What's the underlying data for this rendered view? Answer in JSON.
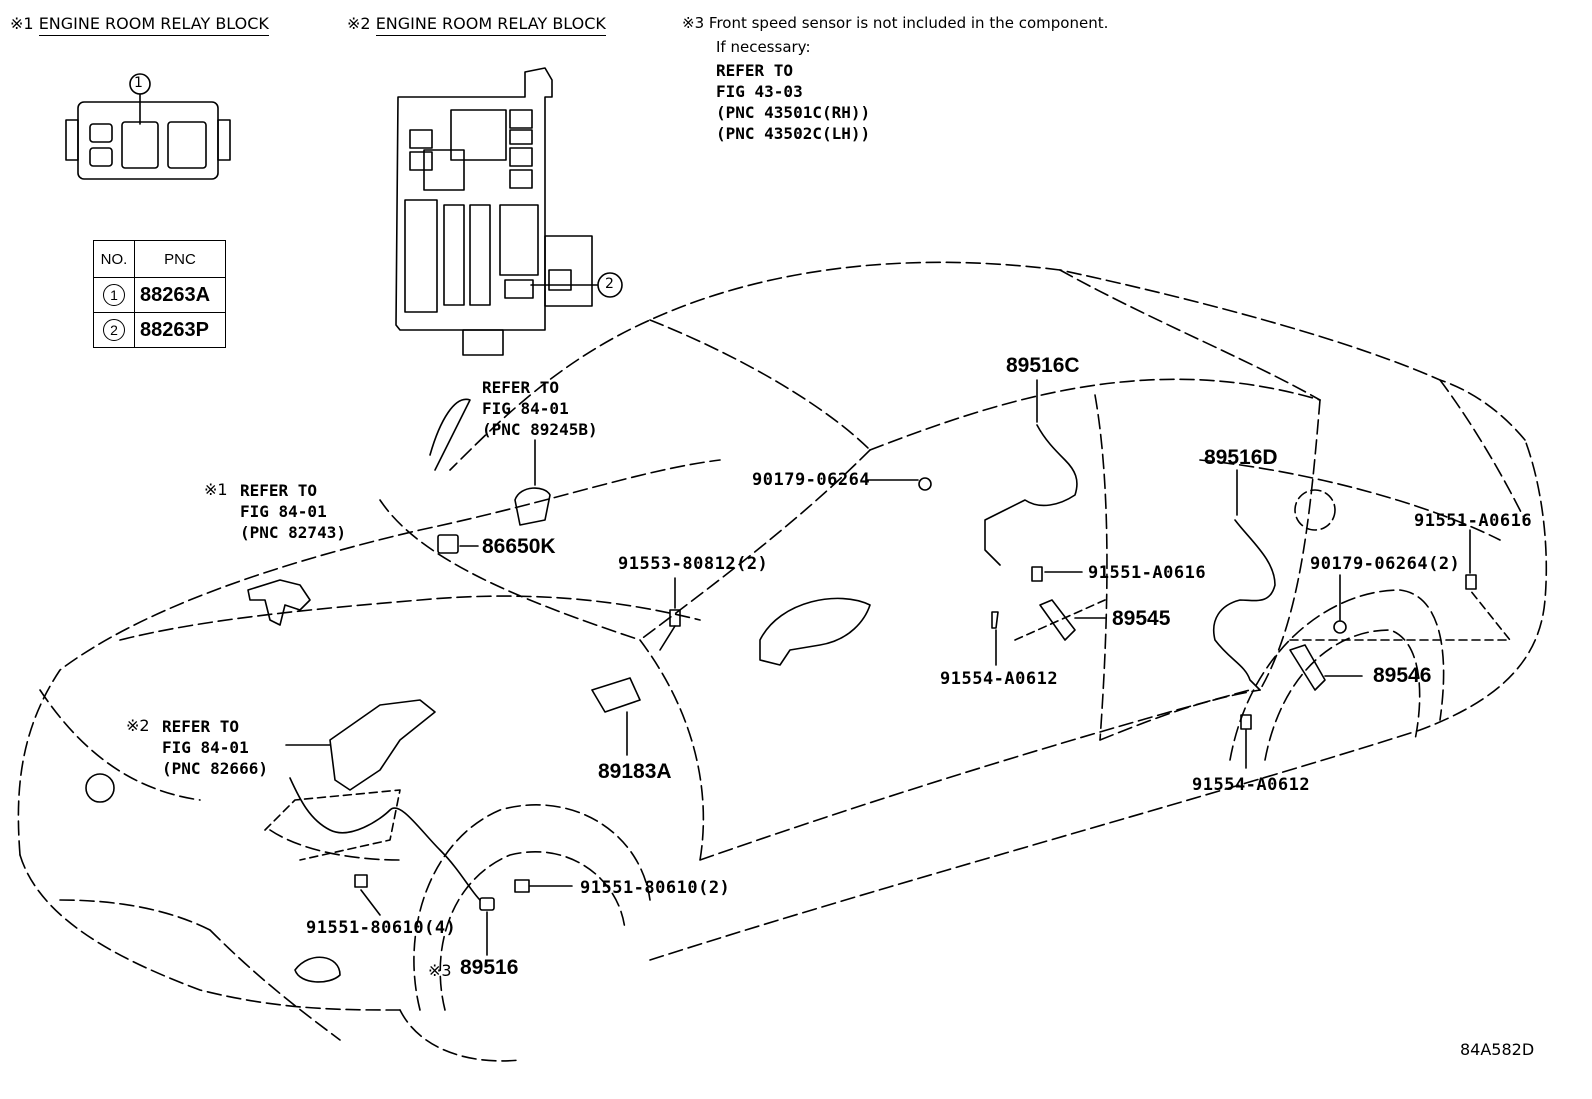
{
  "notes": {
    "n1_mark": "※1",
    "n1_title": "ENGINE ROOM RELAY BLOCK",
    "n2_mark": "※2",
    "n2_title": "ENGINE ROOM RELAY BLOCK",
    "n3_mark": "※3",
    "n3_text": "Front speed sensor is not included in the component.",
    "n3_sub": "If necessary:",
    "n3_ref": "REFER TO\nFIG 43-03\n(PNC 43501C(RH))\n(PNC 43502C(LH))"
  },
  "table": {
    "header_no": "NO.",
    "header_pnc": "PNC",
    "rows": [
      {
        "no": "1",
        "pnc": "88263A"
      },
      {
        "no": "2",
        "pnc": "88263P"
      }
    ]
  },
  "callouts": {
    "c1": "1",
    "c2": "2"
  },
  "refs": {
    "r_89245": "REFER TO\nFIG 84-01\n(PNC 89245B)",
    "r_82743_mark": "※1",
    "r_82743": "REFER TO\nFIG 84-01\n(PNC 82743)",
    "r_82666_mark": "※2",
    "r_82666": "REFER TO\nFIG 84-01\n(PNC 82666)"
  },
  "parts": {
    "p86650K": "86650K",
    "p91553": "91553-80812(2)",
    "p89183A": "89183A",
    "p89516C": "89516C",
    "p90179a": "90179-06264",
    "p91551_a0616a": "91551-A0616",
    "p89545": "89545",
    "p91554a": "91554-A0612",
    "p89516D": "89516D",
    "p91551_a0616b": "91551-A0616",
    "p90179b": "90179-06264(2)",
    "p89546": "89546",
    "p91554b": "91554-A0612",
    "p91551_80610a": "91551-80610(2)",
    "p91551_80610b": "91551-80610(4)",
    "p89516_mark": "※3",
    "p89516": "89516"
  },
  "figure_id": "84A582D"
}
